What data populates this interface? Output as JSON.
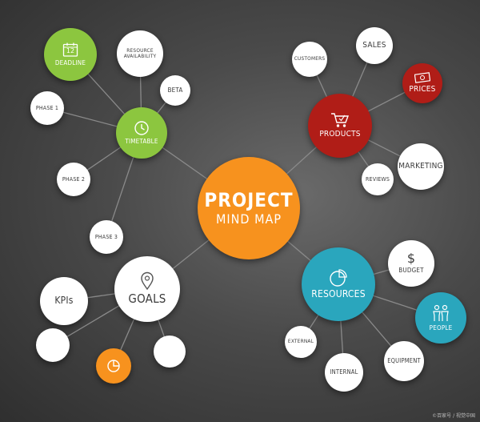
{
  "center": {
    "title": "PROJECT",
    "subtitle": "MIND MAP"
  },
  "timetable": {
    "label": "TIMETABLE",
    "children": {
      "deadline": "DEADLINE",
      "deadline_date": "12",
      "resource_availability": "RESOURCE AVAILABILITY",
      "beta": "BETA",
      "phase1": "PHASE 1",
      "phase2": "PHASE 2",
      "phase3": "PHASE 3"
    }
  },
  "products": {
    "label": "PRODUCTS",
    "children": {
      "customers": "CUSTOMERS",
      "sales": "SALES",
      "prices": "PRICES",
      "marketing": "MARKETING",
      "reviews": "REVIEWS"
    }
  },
  "goals": {
    "label": "GOALS",
    "children": {
      "kpis": "KPIs"
    }
  },
  "resources": {
    "label": "RESOURCES",
    "children": {
      "budget": "BUDGET",
      "people": "PEOPLE",
      "equipment": "EQUIPMENT",
      "internal": "INTERNAL",
      "external": "EXTERNAL"
    }
  },
  "watermark": "©百家号 / 视觉中国",
  "colors": {
    "green": "#8cc63f",
    "red": "#b01d17",
    "orange": "#f7921e",
    "teal": "#2aa6bd",
    "white": "#ffffff",
    "line": "#8a8a8a"
  }
}
